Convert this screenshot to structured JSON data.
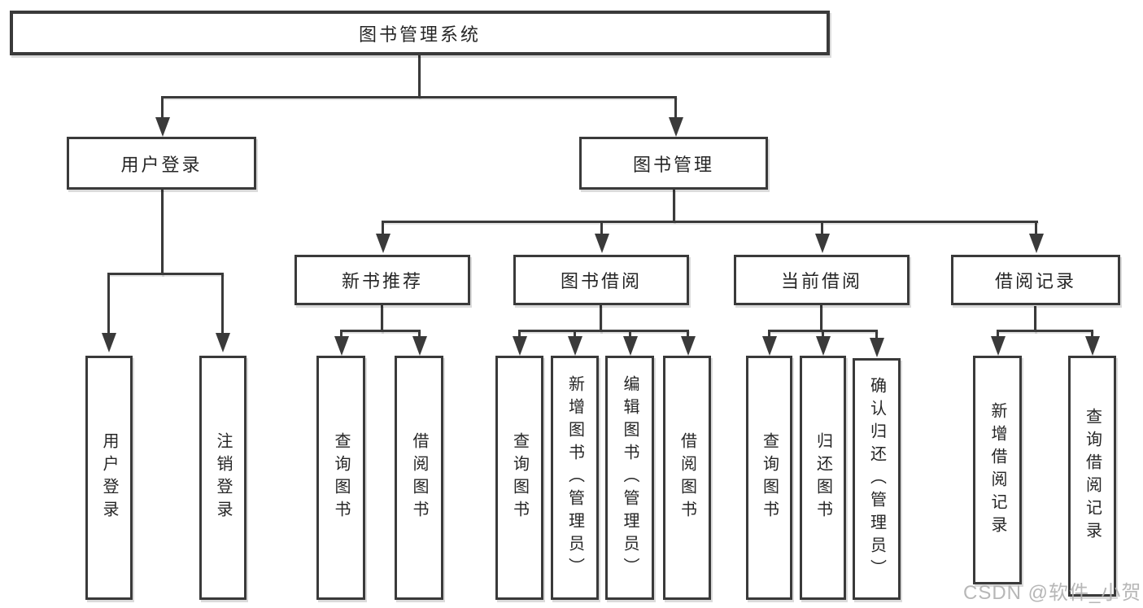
{
  "tree": {
    "root": "图书管理系统",
    "children": [
      {
        "label": "用户登录",
        "children": [
          "用户登录",
          "注销登录"
        ]
      },
      {
        "label": "图书管理",
        "children": [
          {
            "label": "新书推荐",
            "children": [
              "查询图书",
              "借阅图书"
            ]
          },
          {
            "label": "图书借阅",
            "children": [
              "查询图书",
              "新增图书（管理员）",
              "编辑图书（管理员）",
              "借阅图书"
            ]
          },
          {
            "label": "当前借阅",
            "children": [
              "查询图书",
              "归还图书",
              "确认归还（管理员）"
            ]
          },
          {
            "label": "借阅记录",
            "children": [
              "新增借阅记录",
              "查询借阅记录"
            ]
          }
        ]
      }
    ]
  },
  "watermark": {
    "text": "CSDN @软件_小贺同学"
  },
  "colors": {
    "line": "#3a3a3a",
    "box_background": "#ffffff",
    "text": "#262626",
    "watermark": "#b1b1b1"
  }
}
